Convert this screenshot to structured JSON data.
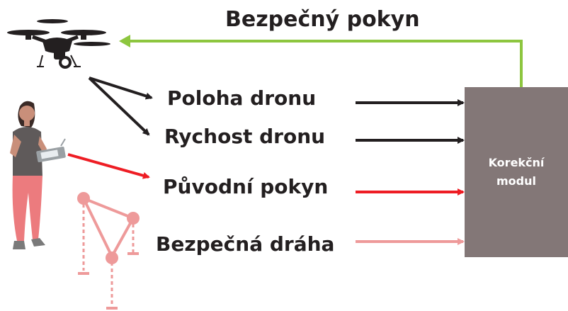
{
  "diagram": {
    "feedback_label": "Bezpečný pokyn",
    "inputs": [
      {
        "label": "Poloha dronu",
        "color": "#231f20"
      },
      {
        "label": "Rychost dronu",
        "color": "#231f20"
      },
      {
        "label": "Původní pokyn",
        "color": "#ee1d24"
      },
      {
        "label": "Bezpečná dráha",
        "color": "#ee9a9a"
      }
    ],
    "module": {
      "line1": "Korekční",
      "line2": "modul",
      "color": "#837777"
    },
    "feedback_color": "#8dc63f",
    "icons": [
      "drone-icon",
      "pilot-icon",
      "robot-arm-path-icon"
    ]
  }
}
